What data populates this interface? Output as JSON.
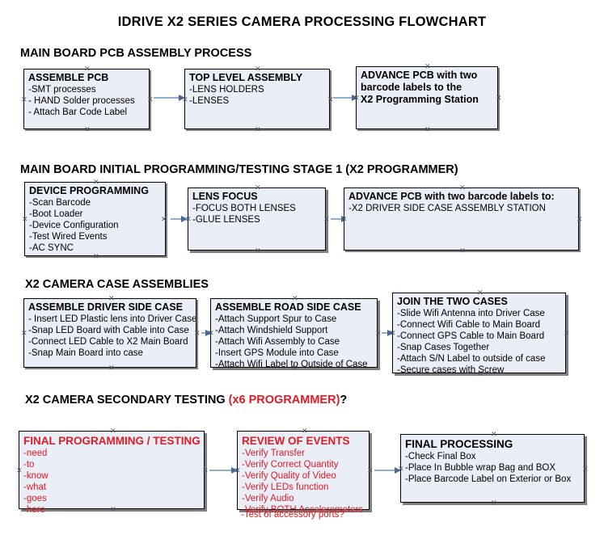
{
  "document": {
    "title": "IDRIVE X2  SERIES CAMERA PROCESSING FLOWCHART"
  },
  "colors": {
    "box_fill": "#e9eef7",
    "box_border": "#000000",
    "arrow_line": "#93aec8",
    "arrow_head": "#44699c",
    "accent_red": "#e01b24",
    "text_black": "#000000",
    "shadow_gray": "#808080"
  },
  "sections": [
    {
      "id": "main-board-pcb-assembly",
      "heading": "MAIN BOARD PCB ASSEMBLY PROCESS",
      "heading_accent": "",
      "heading_tail": "",
      "nodes": [
        {
          "id": "assemble-pcb",
          "title": "ASSEMBLE PCB",
          "lines": [
            "-SMT processes",
            "- HAND Solder processes",
            "- Attach Bar Code Label"
          ]
        },
        {
          "id": "top-level-assembly",
          "title": "TOP LEVEL ASSEMBLY",
          "lines": [
            "-LENS HOLDERS",
            "-LENSES"
          ]
        },
        {
          "id": "advance-pcb-programming-station",
          "title": "ADVANCE PCB with two",
          "lines": [
            "barcode labels to the",
            " X2 Programming Station"
          ]
        }
      ]
    },
    {
      "id": "main-board-initial-programming",
      "heading": "MAIN BOARD INITIAL PROGRAMMING/TESTING STAGE 1 (X2 PROGRAMMER)",
      "heading_accent": "",
      "heading_tail": "",
      "nodes": [
        {
          "id": "device-programming",
          "title": "DEVICE PROGRAMMING",
          "lines": [
            "-Scan Barcode",
            "-Boot Loader",
            "-Device Configuration",
            "-Test Wired Events",
            "-AC SYNC"
          ]
        },
        {
          "id": "lens-focus",
          "title": "LENS FOCUS",
          "lines": [
            "-FOCUS BOTH LENSES",
            "-GLUE LENSES"
          ]
        },
        {
          "id": "advance-pcb-driver-side-case",
          "title": "ADVANCE PCB with two barcode labels to:",
          "lines": [
            "-X2 DRIVER  SIDE  CASE  ASSEMBLY STATION"
          ]
        }
      ]
    },
    {
      "id": "x2-camera-case-assemblies",
      "heading": "X2 CAMERA CASE ASSEMBLIES",
      "heading_accent": "",
      "heading_tail": "",
      "nodes": [
        {
          "id": "assemble-driver-side-case",
          "title": "ASSEMBLE DRIVER SIDE CASE",
          "lines": [
            " - Insert LED Plastic lens into Driver Case",
            "-Snap LED Board with Cable into Case",
            "-Connect LED Cable to X2 Main Board",
            "-Snap Main Board into case"
          ]
        },
        {
          "id": "assemble-road-side-case",
          "title": "ASSEMBLE ROAD SIDE CASE",
          "lines": [
            "-Attach Support Spur to Case",
            "-Attach Windshield Support",
            "-Attach Wifi Assembly to Case",
            "-Insert GPS Module into Case",
            "-Attach Wifi Label to Outside of Case"
          ]
        },
        {
          "id": "join-the-two-cases",
          "title": "JOIN THE TWO CASES",
          "lines": [
            "-Slide Wifi Antenna into Driver Case",
            "-Connect Wifi Cable to Main Board",
            "-Connect GPS Cable to Main Board",
            "-Snap Cases Together",
            "-Attach S/N Label to outside of case",
            "-Secure cases with Screw"
          ]
        }
      ]
    },
    {
      "id": "x2-camera-secondary-testing",
      "heading": "X2 CAMERA SECONDARY TESTING ",
      "heading_accent": "(x6 PROGRAMMER)",
      "heading_tail": "?",
      "nodes": [
        {
          "id": "final-programming-testing",
          "title": "FINAL PROGRAMMING / TESTING",
          "lines": [
            "-need",
            "-to",
            "-know",
            "-what",
            "-goes",
            "-here"
          ]
        },
        {
          "id": "review-of-events",
          "title": "REVIEW OF EVENTS",
          "lines": [
            "-Verify Transfer",
            "-Verify Correct Quantity",
            "-Verify Quality of Video",
            "-Verify LEDs function",
            "-Verify Audio",
            "-Verify BOTH Accelerometers"
          ],
          "overflow_line": "-Test of accessory ports?"
        },
        {
          "id": "final-processing",
          "title": "FINAL PROCESSING",
          "lines": [
            " -Check Final Box",
            "-Place In Bubble wrap Bag and BOX",
            "-Place Barcode Label on Exterior or Box"
          ]
        }
      ]
    }
  ]
}
